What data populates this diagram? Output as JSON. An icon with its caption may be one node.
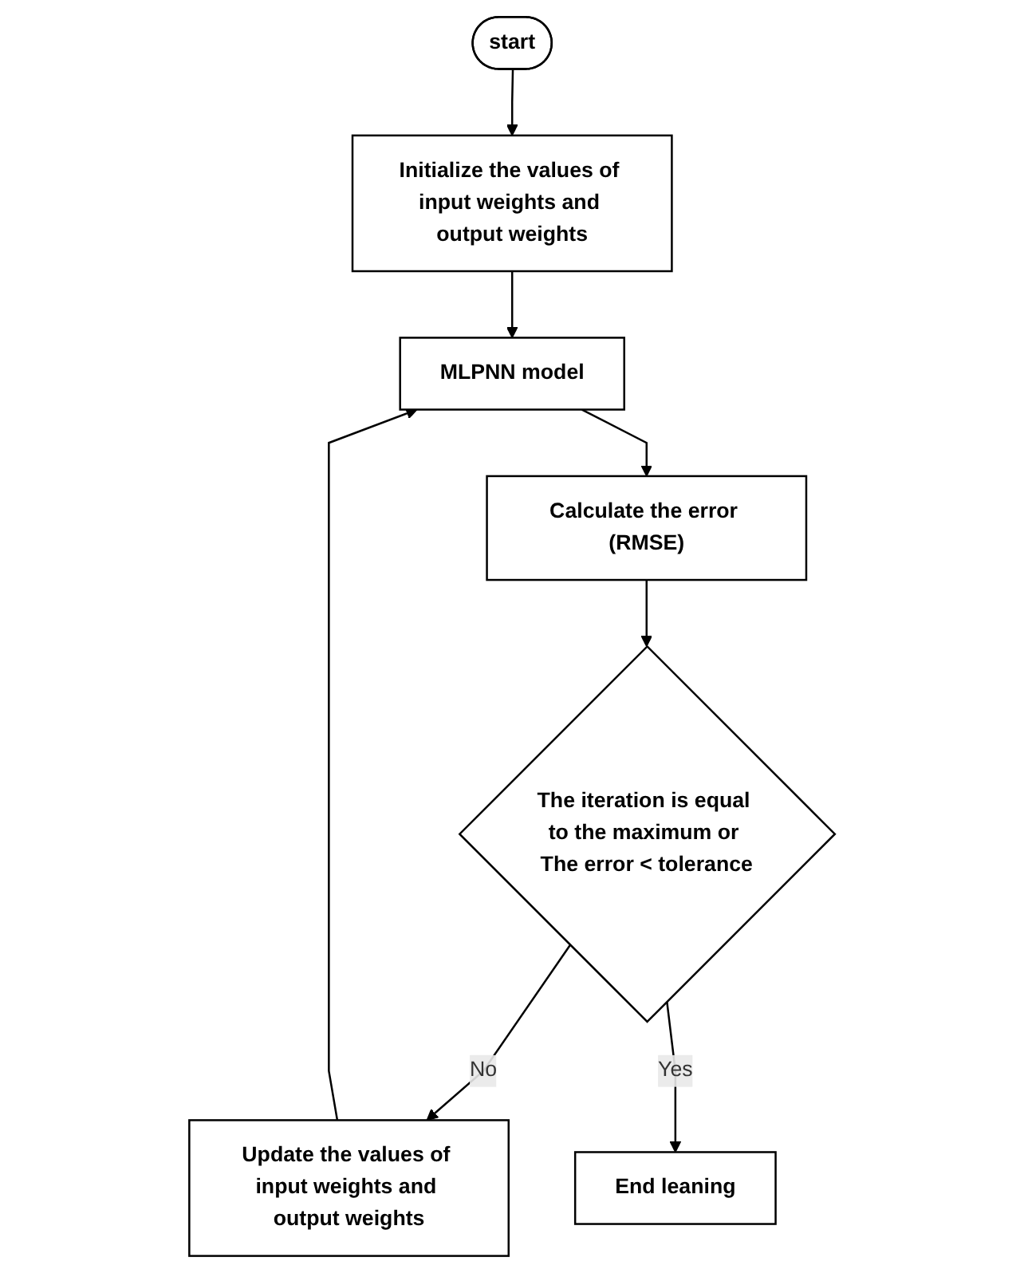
{
  "diagram": {
    "nodes": [
      {
        "text": [
          "start"
        ]
      },
      {
        "text": [
          "Initialize the values of input weights and output weights"
        ]
      },
      {
        "text": [
          "MLPNN model"
        ]
      },
      {
        "text": [
          "Update the values of input weights and output weights"
        ]
      },
      {
        "text": [
          "Calculate the error (RMSE)"
        ]
      },
      {
        "text": [
          "The iteration is equal to the maximum or The error < tolerance"
        ]
      },
      {
        "text": [
          "End leaning"
        ]
      }
    ],
    "edges": [
      {
        "from": 0,
        "to": 1,
        "arrow": "to"
      },
      {
        "from": 1,
        "to": 2,
        "arrow": "to"
      },
      {
        "from": 3,
        "to": 2,
        "arrow": "to"
      },
      {
        "from": 2,
        "to": 4,
        "arrow": "to"
      },
      {
        "from": 4,
        "to": 5,
        "arrow": "to"
      },
      {
        "from": 5,
        "to": 3,
        "label": "No",
        "arrow": "to"
      },
      {
        "from": 5,
        "to": 6,
        "label": "Yes",
        "arrow": "to"
      }
    ]
  }
}
